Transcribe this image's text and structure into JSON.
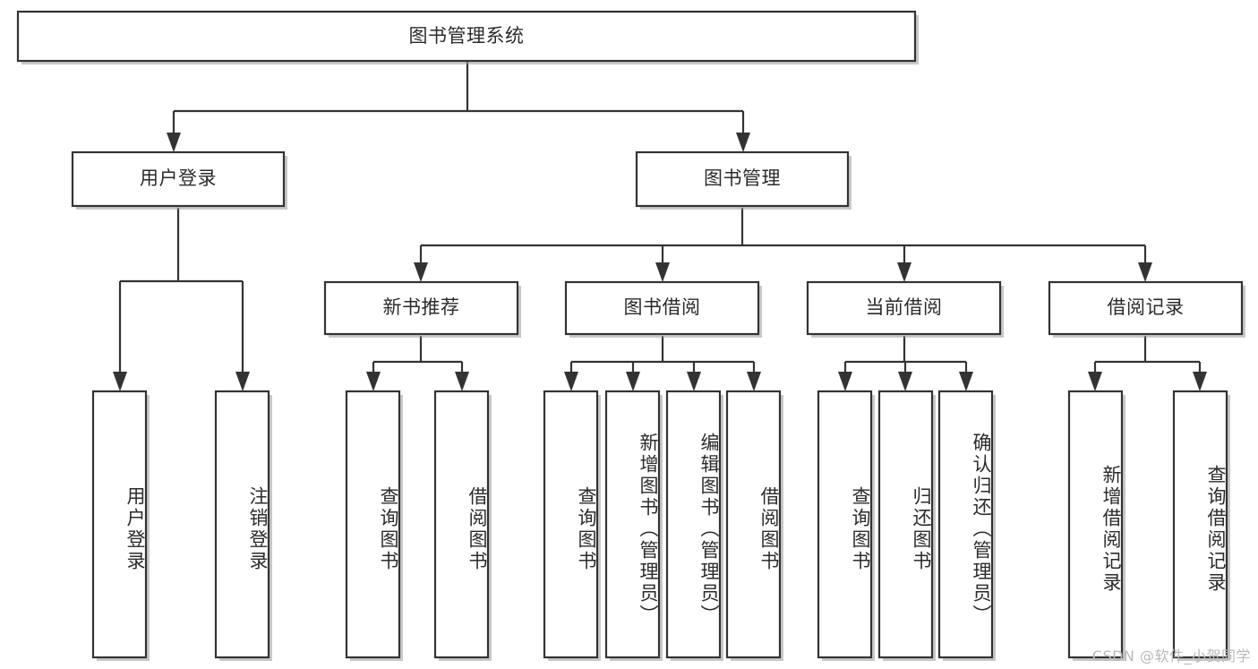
{
  "diagram": {
    "title": "图书管理系统",
    "type": "tree-hierarchy-diagram",
    "watermark": "CSDN @软件_小贺同学",
    "colors": {
      "box_stroke": "#333333",
      "box_fill": "#ffffff",
      "shadow": "#9a9a9a",
      "text": "#2b2b2b",
      "background": "#ffffff",
      "watermark": "#b9b9b9"
    },
    "nodes": {
      "root": {
        "label": "图书管理系统",
        "orientation": "horizontal"
      },
      "level2": [
        {
          "id": "user-login",
          "label": "用户登录",
          "orientation": "horizontal"
        },
        {
          "id": "book-manage",
          "label": "图书管理",
          "orientation": "horizontal"
        }
      ],
      "level3": [
        {
          "id": "new-book-recommend",
          "label": "新书推荐",
          "orientation": "horizontal"
        },
        {
          "id": "book-borrow",
          "label": "图书借阅",
          "orientation": "horizontal"
        },
        {
          "id": "current-borrow",
          "label": "当前借阅",
          "orientation": "horizontal"
        },
        {
          "id": "borrow-record",
          "label": "借阅记录",
          "orientation": "horizontal"
        }
      ],
      "leaves": [
        {
          "id": "leaf-user-login",
          "label": "用户登录",
          "parent": "user-login",
          "orientation": "vertical"
        },
        {
          "id": "leaf-logout-login",
          "label": "注销登录",
          "parent": "user-login",
          "orientation": "vertical"
        },
        {
          "id": "leaf-query-book-1",
          "label": "查询图书",
          "parent": "new-book-recommend",
          "orientation": "vertical"
        },
        {
          "id": "leaf-borrow-book-1",
          "label": "借阅图书",
          "parent": "new-book-recommend",
          "orientation": "vertical"
        },
        {
          "id": "leaf-query-book-2",
          "label": "查询图书",
          "parent": "book-borrow",
          "orientation": "vertical"
        },
        {
          "id": "leaf-add-book",
          "label": "新增图书（管理员）",
          "parent": "book-borrow",
          "orientation": "vertical"
        },
        {
          "id": "leaf-edit-book",
          "label": "编辑图书（管理员）",
          "parent": "book-borrow",
          "orientation": "vertical"
        },
        {
          "id": "leaf-borrow-book-2",
          "label": "借阅图书",
          "parent": "book-borrow",
          "orientation": "vertical"
        },
        {
          "id": "leaf-query-book-3",
          "label": "查询图书",
          "parent": "current-borrow",
          "orientation": "vertical"
        },
        {
          "id": "leaf-return-book",
          "label": "归还图书",
          "parent": "current-borrow",
          "orientation": "vertical"
        },
        {
          "id": "leaf-confirm-return",
          "label": "确认归还（管理员）",
          "parent": "current-borrow",
          "orientation": "vertical"
        },
        {
          "id": "leaf-add-record",
          "label": "新增借阅记录",
          "parent": "borrow-record",
          "orientation": "vertical"
        },
        {
          "id": "leaf-query-record",
          "label": "查询借阅记录",
          "parent": "borrow-record",
          "orientation": "vertical"
        }
      ]
    }
  }
}
